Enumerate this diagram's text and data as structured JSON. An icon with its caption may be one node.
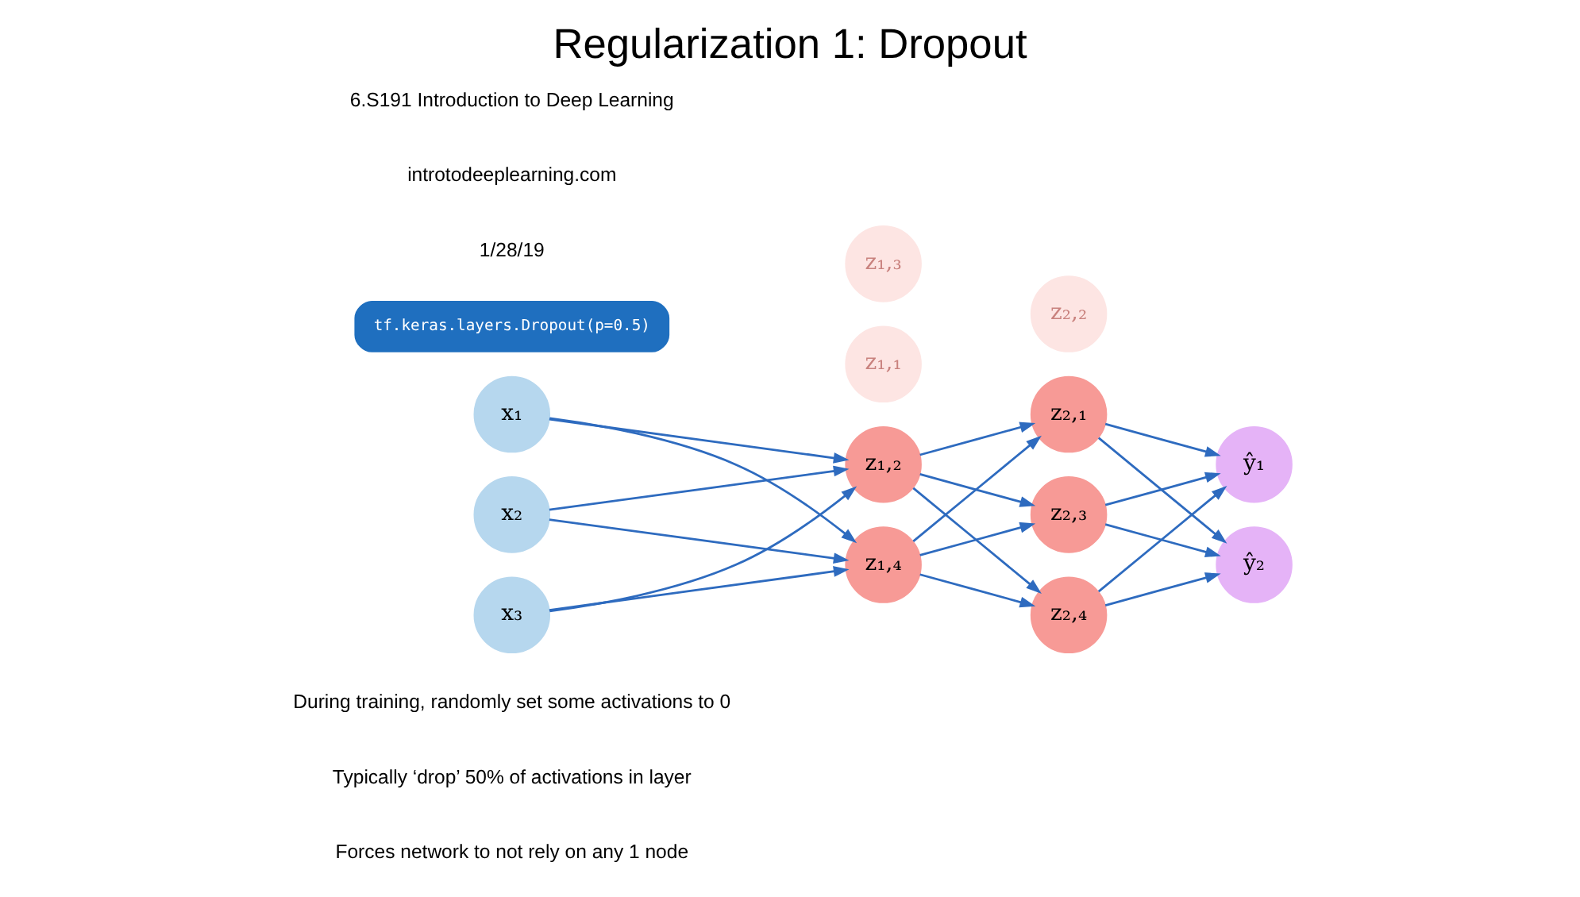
{
  "diagram": {
    "title": "Regularization 1: Dropout",
    "nodes": [
      {
        "text": [
          "x₁"
        ]
      },
      {
        "text": [
          "x₂"
        ]
      },
      {
        "text": [
          "x₃"
        ]
      },
      {
        "text": [
          "z₁,₁"
        ]
      },
      {
        "text": [
          "z₁,₂"
        ]
      },
      {
        "text": [
          "z₁,₃"
        ]
      },
      {
        "text": [
          "z₁,₄"
        ]
      },
      {
        "text": [
          "z₂,₁"
        ]
      },
      {
        "text": [
          "z₂,₂"
        ]
      },
      {
        "text": [
          "z₂,₃"
        ]
      },
      {
        "text": [
          "z₂,₄"
        ]
      },
      {
        "text": [
          "ŷ₁"
        ]
      },
      {
        "text": [
          "ŷ₂"
        ]
      },
      {
        "text": [
          "tf.keras.layers.Dropout(p=0.5)"
        ]
      }
    ],
    "edges": [
      {
        "from": 0,
        "to": 4,
        "arrow": "to"
      },
      {
        "from": 0,
        "to": 6,
        "arrow": "to"
      },
      {
        "from": 1,
        "to": 4,
        "arrow": "to"
      },
      {
        "from": 1,
        "to": 6,
        "arrow": "to"
      },
      {
        "from": 2,
        "to": 4,
        "arrow": "to"
      },
      {
        "from": 2,
        "to": 6,
        "arrow": "to"
      },
      {
        "from": 4,
        "to": 7,
        "arrow": "to"
      },
      {
        "from": 4,
        "to": 9,
        "arrow": "to"
      },
      {
        "from": 4,
        "to": 10,
        "arrow": "to"
      },
      {
        "from": 6,
        "to": 7,
        "arrow": "to"
      },
      {
        "from": 6,
        "to": 9,
        "arrow": "to"
      },
      {
        "from": 6,
        "to": 10,
        "arrow": "to"
      },
      {
        "from": 7,
        "to": 11,
        "arrow": "to"
      },
      {
        "from": 7,
        "to": 12,
        "arrow": "to"
      },
      {
        "from": 9,
        "to": 11,
        "arrow": "to"
      },
      {
        "from": 9,
        "to": 12,
        "arrow": "to"
      },
      {
        "from": 10,
        "to": 11,
        "arrow": "to"
      },
      {
        "from": 10,
        "to": 12,
        "arrow": "to"
      }
    ],
    "labels": [
      "During training, randomly set some activations to 0",
      "Typically ‘drop’ 50% of activations in layer",
      "Forces network to not rely on any 1 node",
      "6.S191 Introduction to Deep Learning",
      "introtodeeplearning.com",
      "1/28/19"
    ]
  }
}
